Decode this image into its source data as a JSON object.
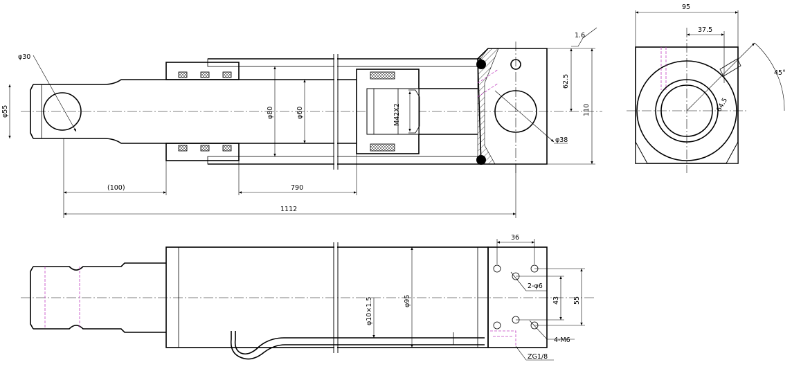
{
  "labels": {
    "d30": "φ30",
    "d55": "φ55",
    "d80": "φ80",
    "d60": "φ60",
    "m42": "M42X2",
    "d38": "φ38",
    "l100": "(100)",
    "l790": "790",
    "l1112": "1112",
    "l625": "62.5",
    "l110": "110",
    "rough": "1.6",
    "w95": "95",
    "w375": "37.5",
    "a45": "45°",
    "r645": "64.5",
    "w36": "36",
    "h2d6": "2-φ6",
    "h43": "43",
    "h55": "55",
    "d95": "φ95",
    "d10": "φ10×1.5",
    "m6": "4-M6",
    "zg": "ZG1/8"
  }
}
